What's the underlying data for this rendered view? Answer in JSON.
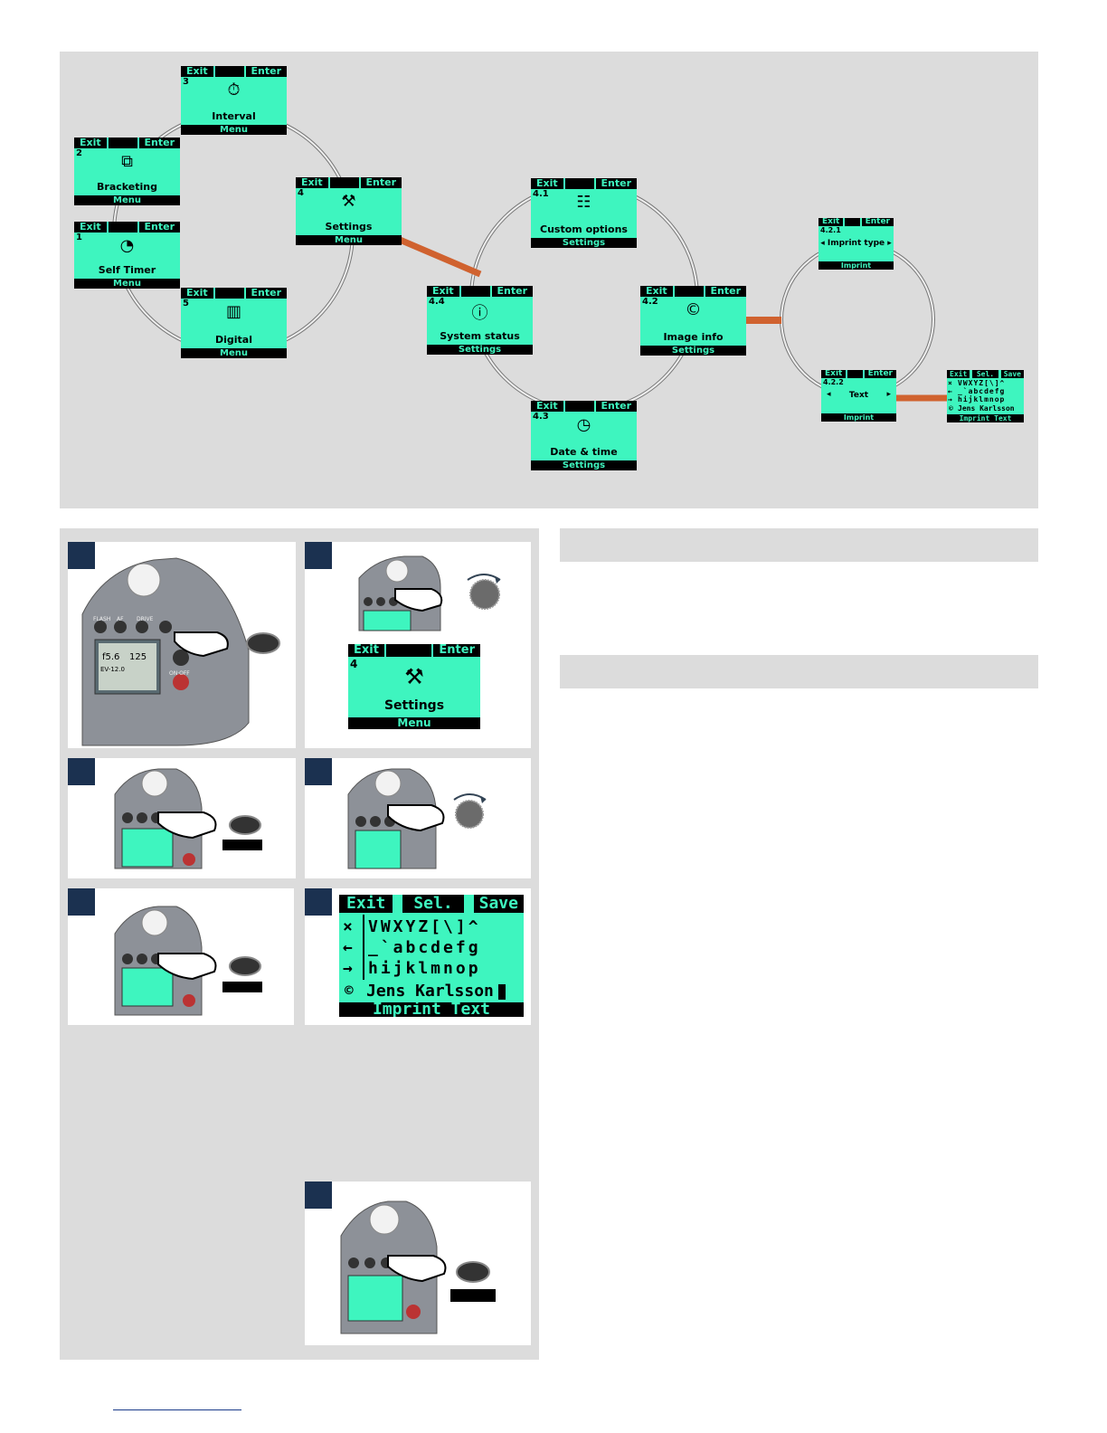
{
  "diagram": {
    "menu_screens": [
      {
        "num": "3",
        "label": "Interval",
        "footer": "Menu",
        "icon": "interval-icon",
        "glyph": "⏱"
      },
      {
        "num": "2",
        "label": "Bracketing",
        "footer": "Menu",
        "icon": "bracketing-icon",
        "glyph": "⧉"
      },
      {
        "num": "4",
        "label": "Settings",
        "footer": "Menu",
        "icon": "settings-icon",
        "glyph": "⚒"
      },
      {
        "num": "1",
        "label": "Self Timer",
        "footer": "Menu",
        "icon": "self-timer-icon",
        "glyph": "◔"
      },
      {
        "num": "5",
        "label": "Digital",
        "footer": "Menu",
        "icon": "digital-icon",
        "glyph": "▥"
      }
    ],
    "settings_screens": [
      {
        "num": "4.1",
        "label": "Custom options",
        "footer": "Settings",
        "icon": "custom-options-icon",
        "glyph": "☷"
      },
      {
        "num": "4.4",
        "label": "System status",
        "footer": "Settings",
        "icon": "system-status-icon",
        "glyph": "ⓘ"
      },
      {
        "num": "4.2",
        "label": "Image info",
        "footer": "Settings",
        "icon": "copyright-icon",
        "glyph": "©"
      },
      {
        "num": "4.3",
        "label": "Date & time",
        "footer": "Settings",
        "icon": "date-time-icon",
        "glyph": "◷"
      }
    ],
    "imprint_screens": [
      {
        "num": "4.2.1",
        "label": "◂ Imprint type ▸",
        "footer": "Imprint"
      },
      {
        "num": "4.2.2",
        "label": "Text",
        "footer": "Imprint",
        "left_arrow": "◂",
        "right_arrow": "▸"
      }
    ],
    "keys": {
      "exit": "Exit",
      "enter": "Enter"
    },
    "text_screen": {
      "exit": "Exit",
      "sel": "Sel.",
      "save": "Save",
      "row1": "VWXYZ[\\]^",
      "row2": "_`abcdefg",
      "row3": "hijklmnop",
      "name": "Jens Karlsson",
      "copyright": "©",
      "footer": "Imprint Text",
      "side1": "×",
      "side2": "←",
      "side3": "→"
    },
    "colors": {
      "screen": "#3ef5bf",
      "connector": "#d0622f",
      "ring": "#8a8a8a"
    }
  },
  "panels": {
    "step2_screen": {
      "exit": "Exit",
      "enter": "Enter",
      "num": "4",
      "label": "Settings",
      "footer": "Menu"
    },
    "camera_readout": {
      "aperture": "f5.6",
      "shutter": "125",
      "ev": "EV-12.0",
      "flash": "FLASH",
      "af": "AF",
      "drive": "DRIVE",
      "onoff": "ON·OFF"
    },
    "big_text": {
      "exit": "Exit",
      "sel": "Sel.",
      "save": "Save",
      "row1": "VWXYZ[\\]^",
      "row2": "_`abcdefg",
      "row3": "hijklmnop",
      "copyright": "©",
      "name": "Jens Karlsson",
      "footer": "Imprint Text",
      "side1": "×",
      "side2": "←",
      "side3": "→"
    },
    "step_colors": {
      "badge": "#1b3150"
    }
  }
}
